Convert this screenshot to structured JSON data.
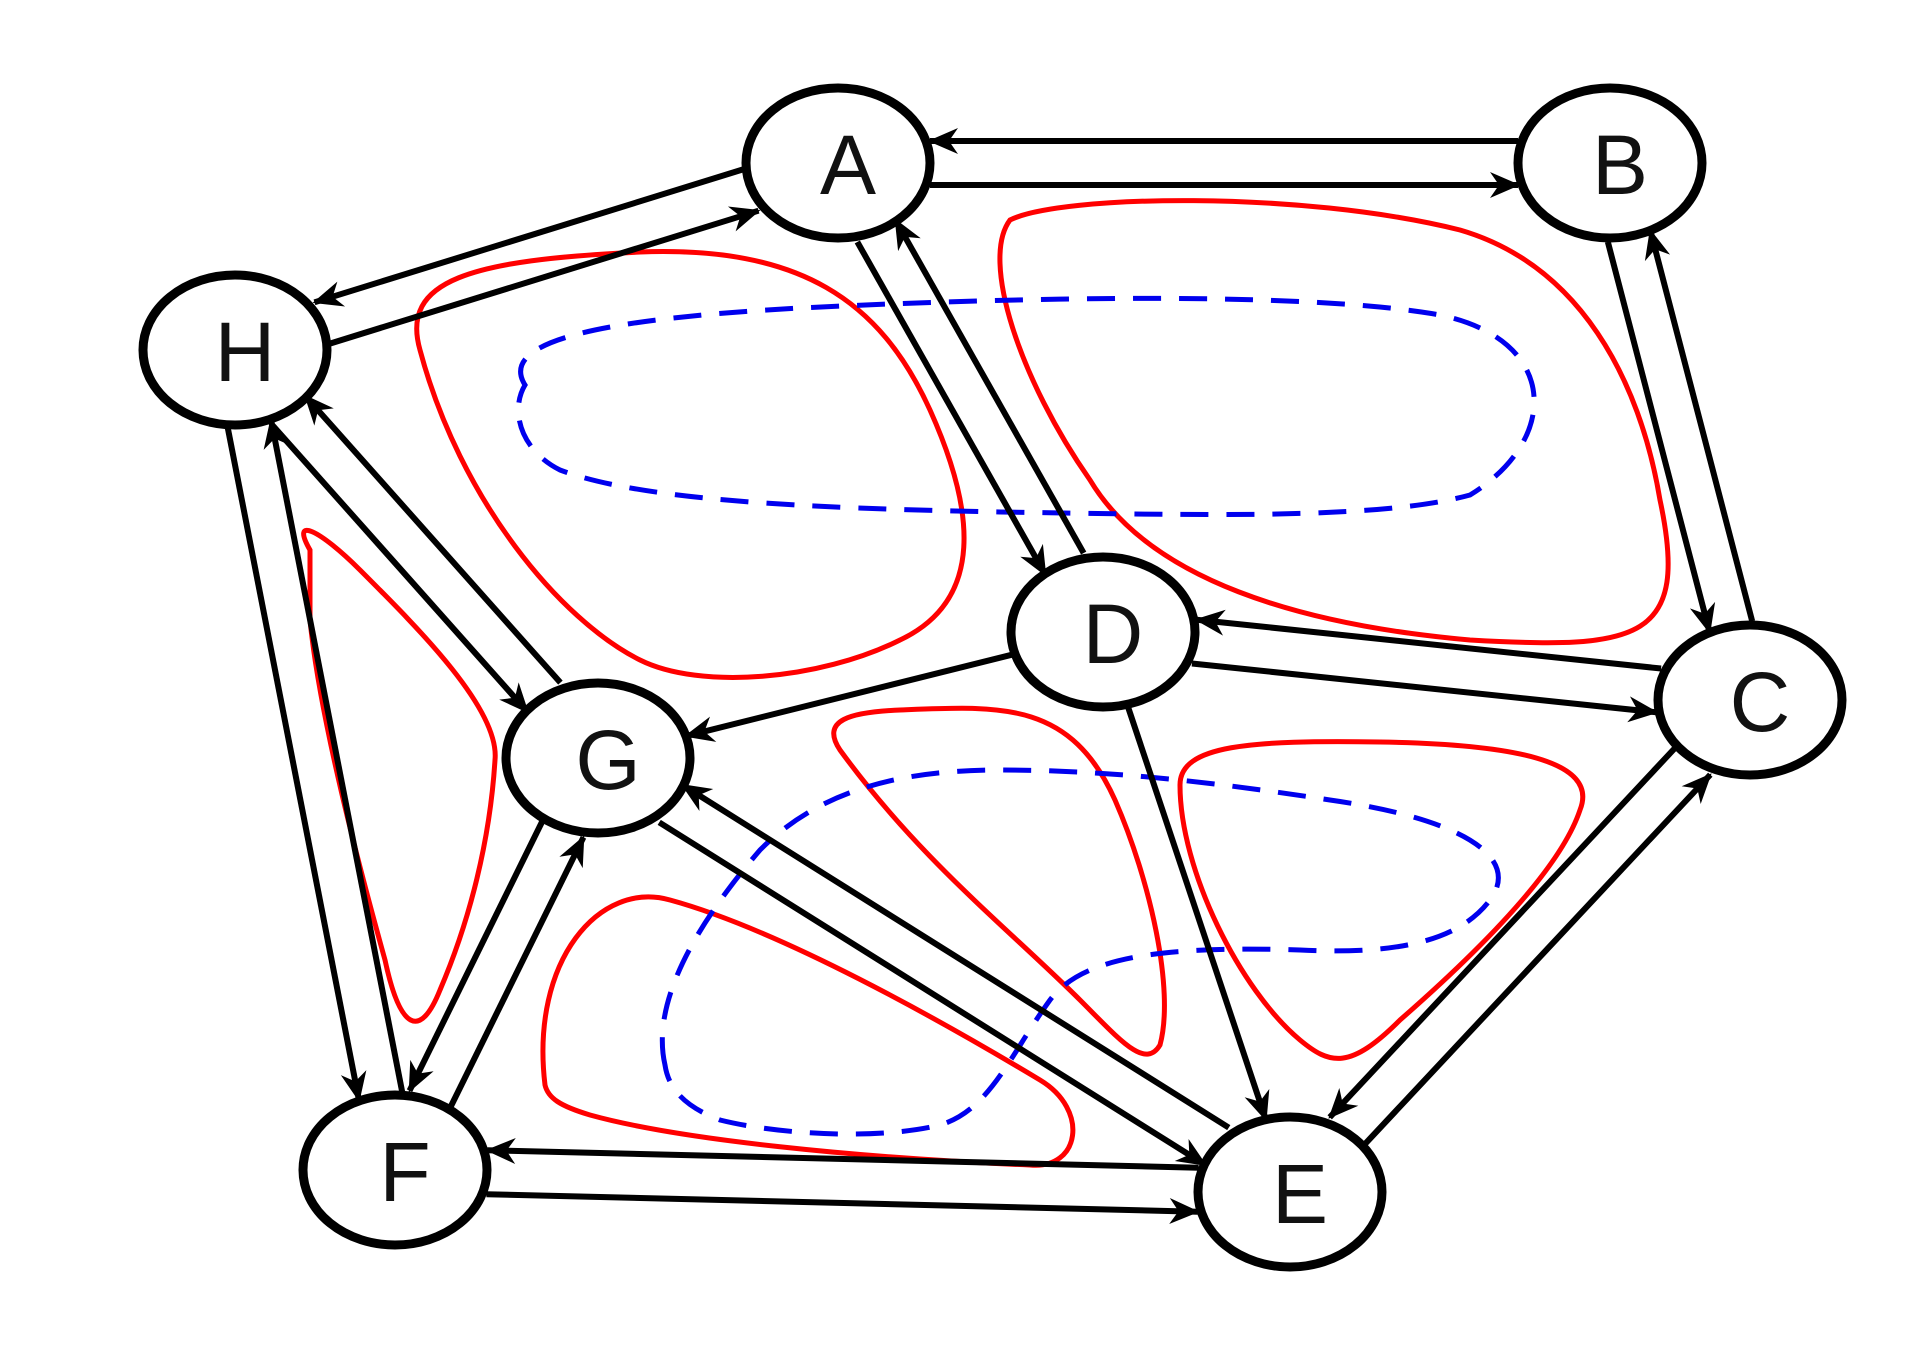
{
  "colors": {
    "edge": "#000000",
    "node_stroke": "#000000",
    "node_fill": "#ffffff",
    "red_cycle": "#ff0000",
    "blue_cycle": "#0000ee"
  },
  "nodes": [
    {
      "id": "A",
      "label": "A"
    },
    {
      "id": "B",
      "label": "B"
    },
    {
      "id": "C",
      "label": "C"
    },
    {
      "id": "D",
      "label": "D"
    },
    {
      "id": "E",
      "label": "E"
    },
    {
      "id": "F",
      "label": "F"
    },
    {
      "id": "G",
      "label": "G"
    },
    {
      "id": "H",
      "label": "H"
    }
  ],
  "edges": [
    {
      "from": "B",
      "to": "A"
    },
    {
      "from": "A",
      "to": "B"
    },
    {
      "from": "A",
      "to": "H"
    },
    {
      "from": "H",
      "to": "A"
    },
    {
      "from": "A",
      "to": "D"
    },
    {
      "from": "D",
      "to": "A"
    },
    {
      "from": "B",
      "to": "C"
    },
    {
      "from": "C",
      "to": "B"
    },
    {
      "from": "C",
      "to": "D"
    },
    {
      "from": "D",
      "to": "C"
    },
    {
      "from": "C",
      "to": "E"
    },
    {
      "from": "E",
      "to": "C"
    },
    {
      "from": "H",
      "to": "G"
    },
    {
      "from": "G",
      "to": "H"
    },
    {
      "from": "H",
      "to": "F"
    },
    {
      "from": "F",
      "to": "H"
    },
    {
      "from": "D",
      "to": "G"
    },
    {
      "from": "D",
      "to": "E"
    },
    {
      "from": "G",
      "to": "E"
    },
    {
      "from": "E",
      "to": "G"
    },
    {
      "from": "G",
      "to": "F"
    },
    {
      "from": "F",
      "to": "G"
    },
    {
      "from": "E",
      "to": "F"
    },
    {
      "from": "F",
      "to": "E"
    }
  ]
}
